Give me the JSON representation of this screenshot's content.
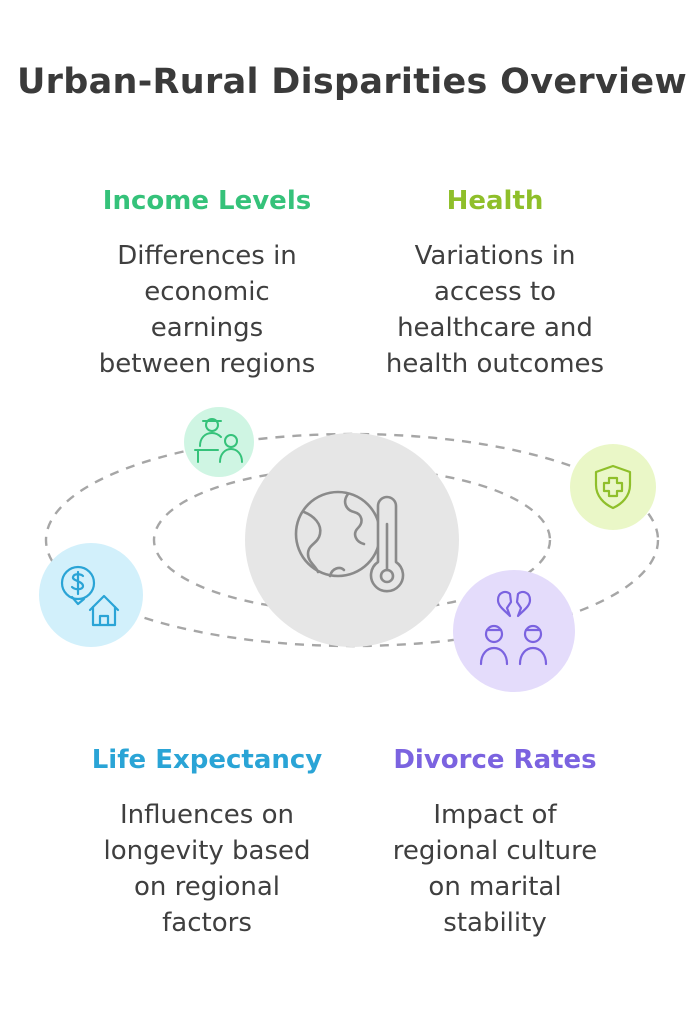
{
  "title": "Urban-Rural Disparities Overview",
  "colors": {
    "income": "#35c27a",
    "health": "#8fbf2a",
    "life": "#2aa4d6",
    "divorce": "#7b63e0",
    "orbit": "#a6a6a6",
    "center_fill": "#e6e6e6",
    "center_icon": "#8a8a8a"
  },
  "cards": {
    "income": {
      "title": "Income Levels",
      "desc_lines": [
        "Differences in",
        "economic",
        "earnings",
        "between regions"
      ]
    },
    "health": {
      "title": "Health",
      "desc_lines": [
        "Variations in",
        "access to",
        "healthcare and",
        "health outcomes"
      ]
    },
    "life": {
      "title": "Life Expectancy",
      "desc_lines": [
        "Influences on",
        "longevity based",
        "on regional",
        "factors"
      ]
    },
    "divorce": {
      "title": "Divorce Rates",
      "desc_lines": [
        "Impact of",
        "regional culture",
        "on marital",
        "stability"
      ]
    }
  },
  "icons": {
    "center": "globe-thermometer-icon",
    "income": "teacher-student-icon",
    "health": "shield-cross-icon",
    "life": "dollar-house-icon",
    "divorce": "couple-broken-heart-icon"
  }
}
